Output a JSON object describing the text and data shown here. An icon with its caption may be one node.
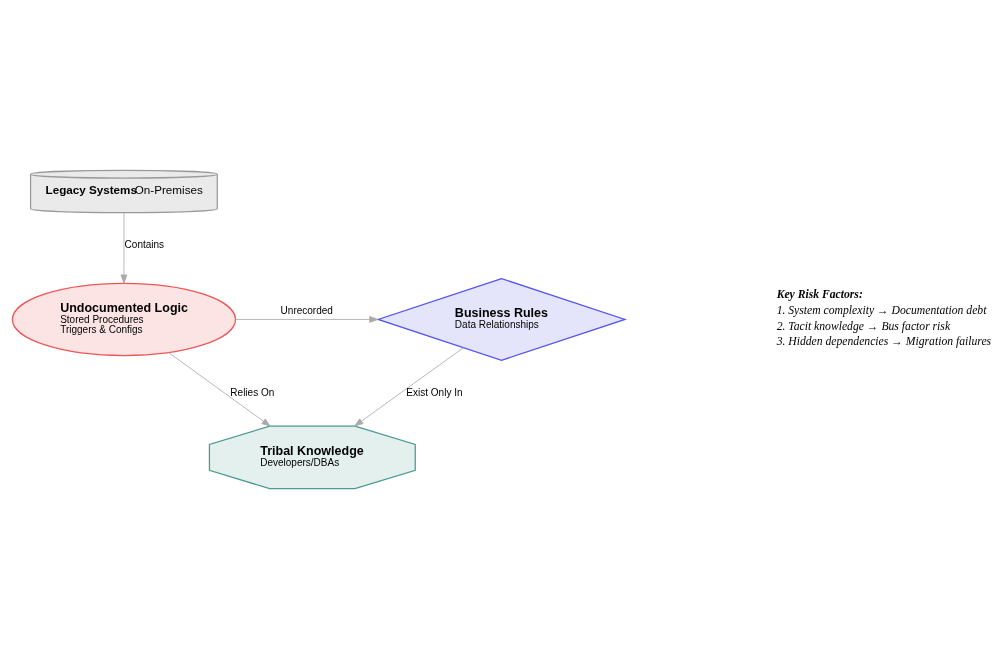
{
  "diagram": {
    "nodes": [
      {
        "text": [
          "Legacy Systems",
          "On-Premises"
        ]
      },
      {
        "text": [
          "Undocumented Logic",
          "Stored Procedures",
          "Triggers & Configs"
        ]
      },
      {
        "text": [
          "Business Rules",
          "Data Relationships"
        ]
      },
      {
        "text": [
          "Tribal Knowledge",
          "Developers/DBAs"
        ]
      }
    ],
    "edges": [
      {
        "from": 0,
        "to": 1,
        "arrow": "to",
        "label": "Contains"
      },
      {
        "from": 1,
        "to": 2,
        "arrow": "to",
        "label": "Unrecorded"
      },
      {
        "from": 1,
        "to": 3,
        "arrow": "to",
        "label": "Relies On"
      },
      {
        "from": 2,
        "to": 3,
        "arrow": "to",
        "label": "Exist Only In"
      }
    ],
    "labels": [
      "Key Risk Factors:",
      "1. System complexity → Documentation debt",
      "2. Tacit knowledge → Bus factor risk",
      "3. Hidden dependencies → Migration failures"
    ]
  }
}
